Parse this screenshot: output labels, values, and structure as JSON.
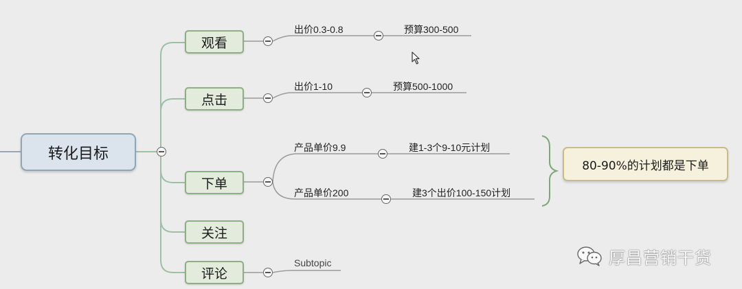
{
  "root": {
    "label": "转化目标"
  },
  "topics": [
    {
      "label": "观看",
      "branches": [
        {
          "label": "出价0.3-0.8",
          "child": "预算300-500"
        }
      ]
    },
    {
      "label": "点击",
      "branches": [
        {
          "label": "出价1-10",
          "child": "预算500-1000"
        }
      ]
    },
    {
      "label": "下单",
      "branches": [
        {
          "label": "产品单价9.9",
          "child": "建1-3个9-10元计划"
        },
        {
          "label": "产品单价200",
          "child": "建3个出价100-150计划"
        }
      ]
    },
    {
      "label": "关注",
      "branches": []
    },
    {
      "label": "评论",
      "branches": [
        {
          "label": "Subtopic"
        }
      ]
    }
  ],
  "summary": {
    "label": "80-90%的计划都是下单"
  },
  "watermark": {
    "text": "厚昌营销干货",
    "icon": "wechat-icon"
  },
  "colors": {
    "background": "#ececec",
    "root_fill": "#dbe4ec",
    "topic_fill": "#e2ebdc",
    "summary_fill": "#f5f1dc",
    "branch_line": "#9fbfa5",
    "sub_line": "#9a9a9a"
  }
}
